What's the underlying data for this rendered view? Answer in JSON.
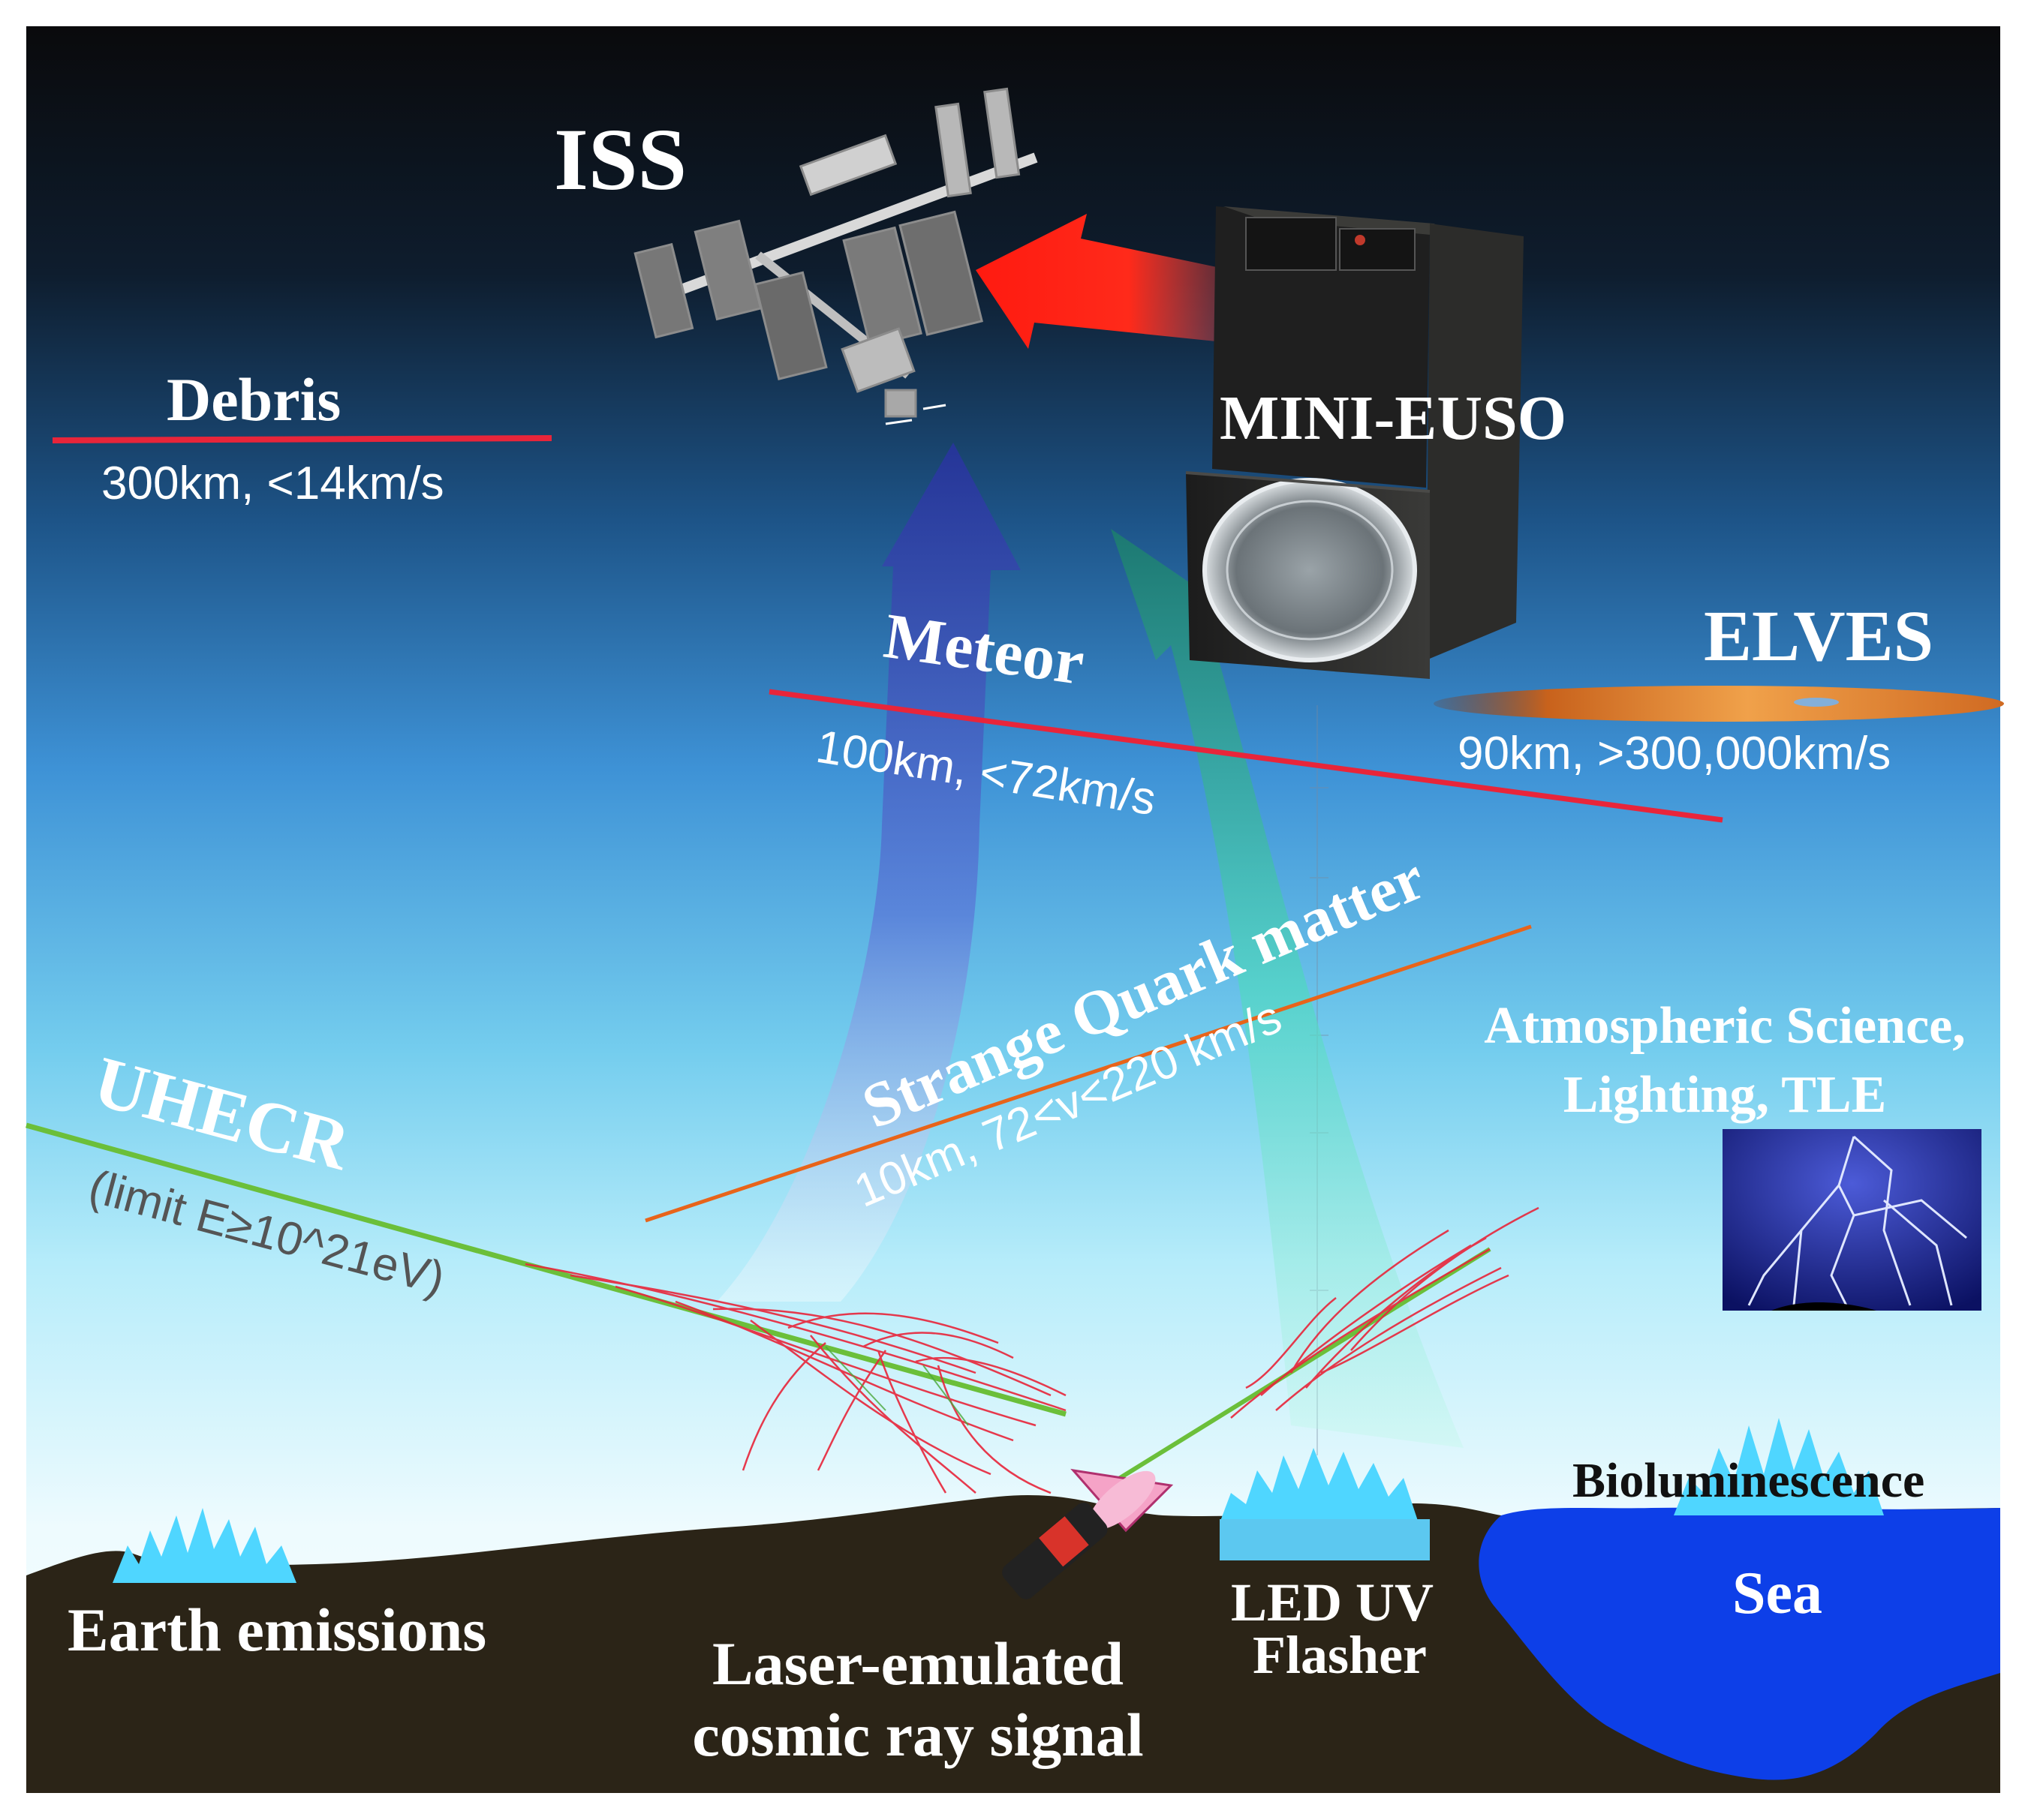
{
  "labels": {
    "iss": "ISS",
    "mini_euso": "MINI-EUSO",
    "debris": "Debris",
    "debris_info": "300km, <14km/s",
    "meteor": "Meteor",
    "meteor_info": "100km, <72km/s",
    "elves": "ELVES",
    "elves_info": "90km, >300,000km/s",
    "sqm": "Strange Quark matter",
    "sqm_info": "10km, 72<v<220 km/s",
    "uhecr": "UHECR",
    "uhecr_info": "(limit E≥10^21eV)",
    "atmos_1": "Atmospheric Science,",
    "atmos_2": "Lighting, TLE",
    "bio": "Bioluminescence",
    "sea": "Sea",
    "earth": "Earth emissions",
    "laser_1": "Laser-emulated",
    "laser_2": "cosmic ray signal",
    "led_1": "LED UV",
    "led_2": "Flasher"
  },
  "colors": {
    "sky_top": "#0b0b0f",
    "sky_mid": "#3d8fd3",
    "sky_low": "#e9f8fd",
    "ground": "#2b2417",
    "sea": "#0d3fe8",
    "red_track": "#e8253a",
    "blue_arrow": "#3a4fb8",
    "teal_arrow": "#3fb8a8",
    "uhecr_track": "#6bbf3a",
    "glow": "#4fd6ff"
  }
}
